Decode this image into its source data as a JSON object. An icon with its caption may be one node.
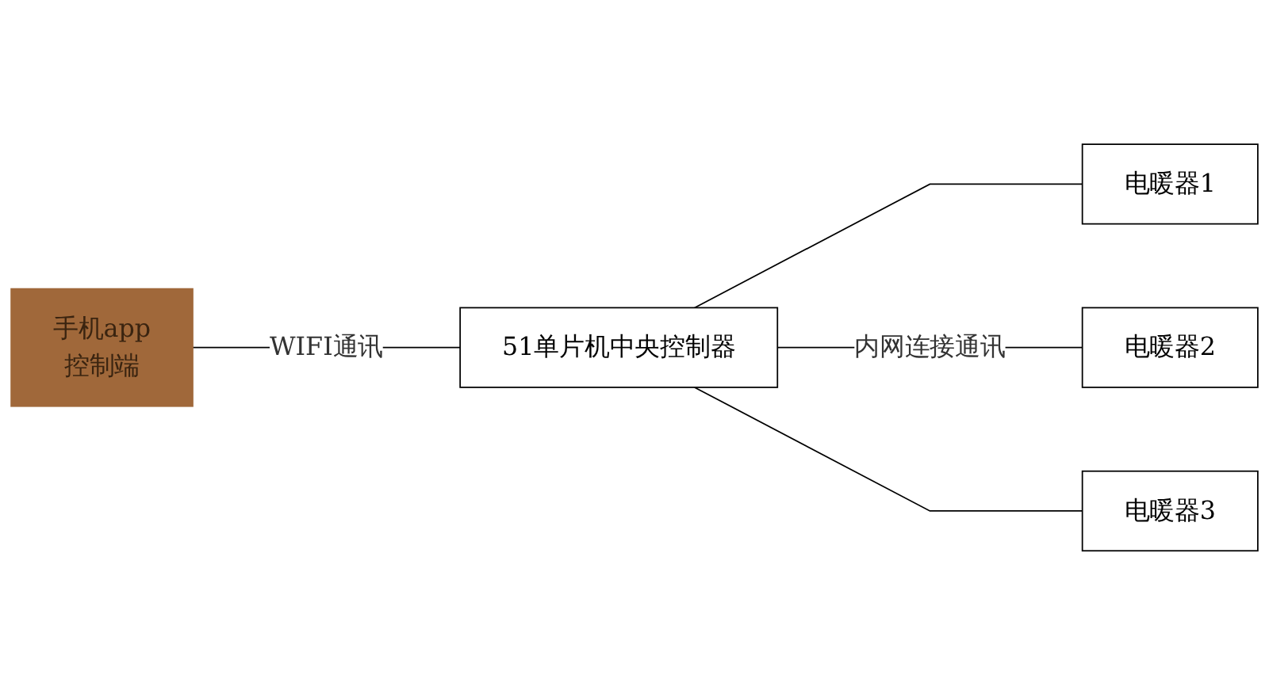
{
  "diagram": {
    "nodes": [
      {
        "text": [
          "手机app",
          "控制端"
        ]
      },
      {
        "text": [
          "51单片机中央控制器"
        ]
      },
      {
        "text": [
          "电暖器1"
        ]
      },
      {
        "text": [
          "电暖器2"
        ]
      },
      {
        "text": [
          "电暖器3"
        ]
      }
    ],
    "edges": [
      {
        "from": 0,
        "to": 1,
        "arrow": "none",
        "label": "WIFI通讯"
      },
      {
        "from": 1,
        "to": 2,
        "arrow": "none"
      },
      {
        "from": 1,
        "to": 3,
        "arrow": "none",
        "label": "内网连接通讯"
      },
      {
        "from": 1,
        "to": 4,
        "arrow": "none"
      }
    ]
  }
}
